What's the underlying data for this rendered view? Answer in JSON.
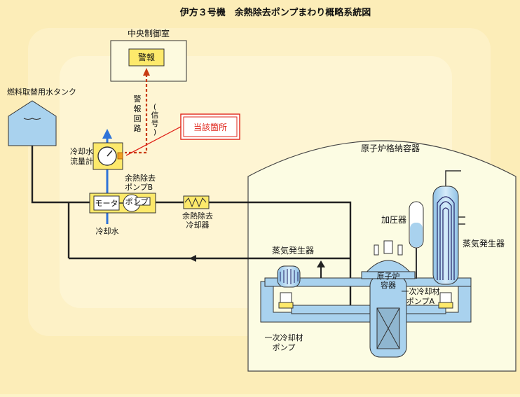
{
  "title": "伊方３号機　余熱除去ポンプまわり概略系統図",
  "control_room": {
    "label": "中央制御室",
    "alarm": "警報"
  },
  "signal": {
    "route_chars": [
      "警",
      "報",
      "回",
      "路"
    ],
    "note_chars": [
      "(",
      "信",
      "号",
      ")"
    ]
  },
  "callout": "当該箇所",
  "fuel_tank": "燃料取替用水タンク",
  "flow_meter": [
    "冷却水",
    "流量計"
  ],
  "rhr_pump_b": [
    "余熱除去",
    "ポンプB"
  ],
  "motor": "モータ",
  "pump": "ポンプ",
  "cooling_water": "冷却水",
  "rhr_cooler": [
    "余熱除去",
    "冷却器"
  ],
  "containment": "原子炉格納容器",
  "pressurizer": "加圧器",
  "steam_generator_left": "蒸気発生器",
  "steam_generator_right": "蒸気発生器",
  "reactor_vessel": [
    "原子炉",
    "容器"
  ],
  "primary_pump_a": [
    "一次冷却材",
    "ポンプA"
  ],
  "primary_pump": [
    "一次冷却材",
    "ポンプ"
  ],
  "colors": {
    "background": "#fdf3c8",
    "containment": "#fcfce3",
    "water": "#a9d2ee",
    "alert": "#e0241a",
    "signal": "#c83a10",
    "flow_arrow": "#2f73d8",
    "pipe": "#222222"
  }
}
